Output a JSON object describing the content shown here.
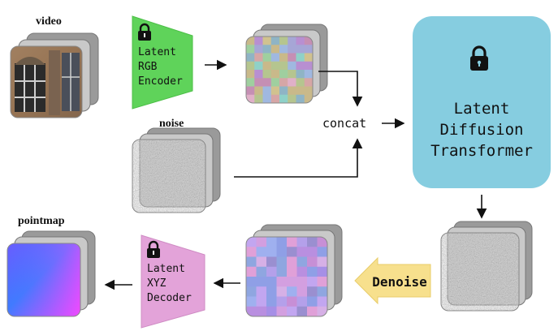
{
  "labels": {
    "video": "video",
    "noise": "noise",
    "pointmap": "pointmap",
    "concat": "concat",
    "denoise": "Denoise"
  },
  "encoder": {
    "line1": "Latent",
    "line2": "RGB",
    "line3": "Encoder",
    "color": "#5fd35a",
    "icon": "lock-icon"
  },
  "decoder": {
    "line1": "Latent",
    "line2": "XYZ",
    "line3": "Decoder",
    "color": "#e3a3d9",
    "icon": "lock-icon"
  },
  "transformer": {
    "line1": "Latent",
    "line2": "Diffusion",
    "line3": "Transformer",
    "color": "#86cde0",
    "icon": "lock-icon"
  },
  "colors": {
    "denoise_arrow": "#f7e08d",
    "stack_back": "#9a9a9a",
    "stack_front": "#d9d9d9"
  }
}
